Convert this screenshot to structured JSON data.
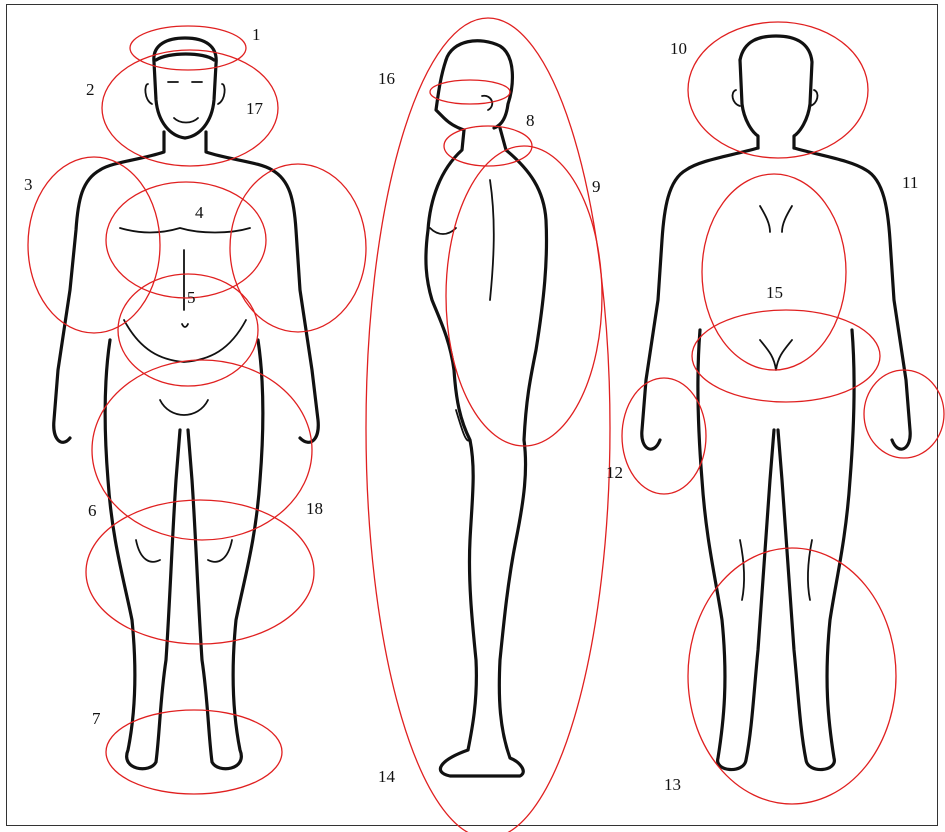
{
  "diagram": {
    "colors": {
      "outline": "#111111",
      "region": "#e02020",
      "background": "#ffffff"
    },
    "labels": [
      "1",
      "2",
      "3",
      "4",
      "5",
      "6",
      "7",
      "8",
      "9",
      "10",
      "11",
      "12",
      "13",
      "14",
      "15",
      "16",
      "17",
      "18"
    ]
  }
}
